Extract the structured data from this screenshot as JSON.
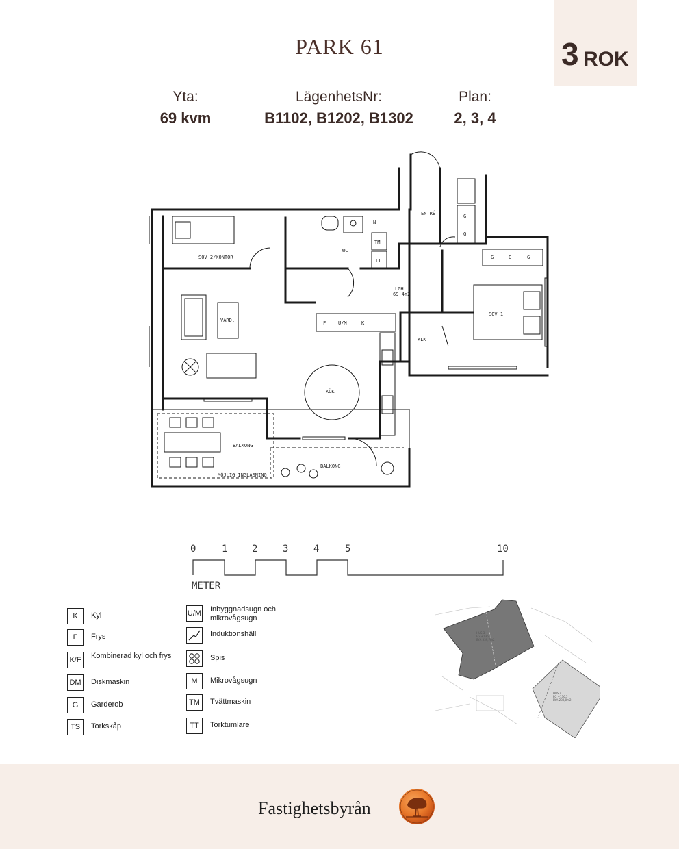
{
  "header": {
    "title": "PARK 61",
    "badge_number": "3",
    "badge_unit": "ROK"
  },
  "info": [
    {
      "label": "Yta:",
      "value": "69 kvm"
    },
    {
      "label": "LägenhetsNr:",
      "value": "B1102, B1202, B1302"
    },
    {
      "label": "Plan:",
      "value": "2, 3, 4"
    }
  ],
  "floorplan": {
    "rooms": {
      "sov2": "SOV 2/KONTOR",
      "wc": "WC",
      "entre": "ENTRÉ",
      "lgh": "LGH",
      "lgh_area": "69.4m2",
      "sov1": "SOV 1",
      "vard": "VARD.",
      "kok": "KÖK",
      "klk": "KLK",
      "balkong1": "BALKONG",
      "balkong2": "BALKONG",
      "inglasning": "MÖJLIG INGLASNING"
    },
    "symbols": {
      "n": "N",
      "tm": "TM",
      "tt": "TT",
      "g": "G",
      "f": "F",
      "um": "U/M",
      "k": "K"
    }
  },
  "scale": {
    "ticks": [
      "0",
      "1",
      "2",
      "3",
      "4",
      "5",
      "10"
    ],
    "unit": "METER"
  },
  "legend": {
    "left": [
      {
        "symbol": "K",
        "text": "Kyl"
      },
      {
        "symbol": "F",
        "text": "Frys"
      },
      {
        "symbol": "K/F",
        "text": "Kombinerad kyl och frys"
      },
      {
        "symbol": "DM",
        "text": "Diskmaskin"
      },
      {
        "symbol": "G",
        "text": "Garderob"
      },
      {
        "symbol": "TS",
        "text": "Torkskåp"
      }
    ],
    "right": [
      {
        "symbol": "U/M",
        "text": "Inbyggnadsugn och mikrovågsugn"
      },
      {
        "symbol": "",
        "text": "Induktionshäll"
      },
      {
        "symbol": "",
        "text": "Spis"
      },
      {
        "symbol": "M",
        "text": "Mikrovågsugn"
      },
      {
        "symbol": "TM",
        "text": "Tvättmaskin"
      },
      {
        "symbol": "TT",
        "text": "Torktumlare"
      }
    ]
  },
  "site_plan": {
    "hus3": "HUS 3",
    "hus3_fg": "FG +136,2",
    "hus3_bya": "BYA 339,7m2",
    "hus4": "HUS 4",
    "hus4_fg": "FG +136,5",
    "hus4_bya": "BYA 230,0m2"
  },
  "footer": {
    "brand": "Fastighetsbyrån"
  },
  "colors": {
    "accent_bg": "#f7eee8",
    "text_dark": "#3b2a26",
    "logo_orange": "#e8782a"
  }
}
